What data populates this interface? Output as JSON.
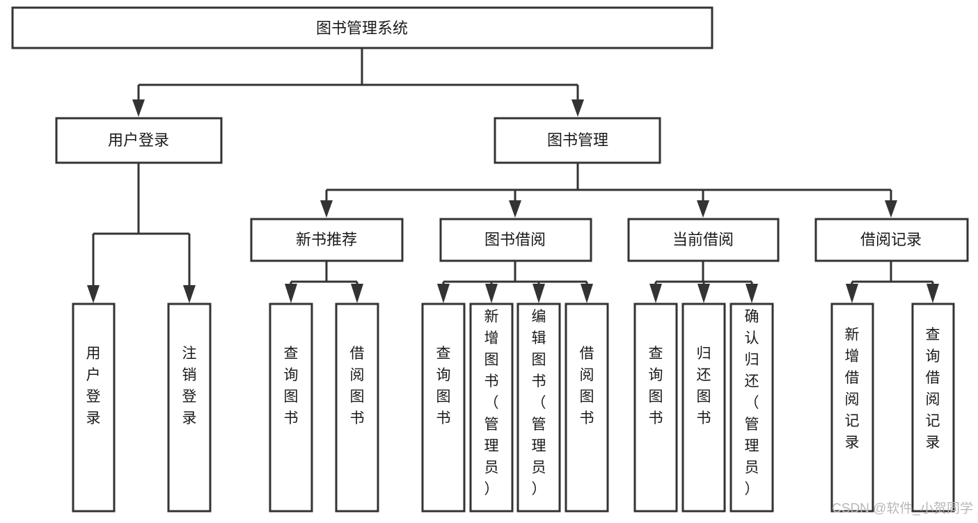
{
  "diagram": {
    "type": "tree",
    "title": "图书管理系统",
    "orientation": "top-down",
    "nodes": {
      "root": {
        "label": "图书管理系统",
        "level": 0
      },
      "l1": [
        {
          "label": "用户登录"
        },
        {
          "label": "图书管理"
        }
      ],
      "l2": [
        {
          "label": "新书推荐"
        },
        {
          "label": "图书借阅"
        },
        {
          "label": "当前借阅"
        },
        {
          "label": "借阅记录"
        }
      ],
      "leaves": {
        "user_login": [
          {
            "label": "用户登录"
          },
          {
            "label": "注销登录"
          }
        ],
        "new_book": [
          {
            "label": "查询图书"
          },
          {
            "label": "借阅图书"
          }
        ],
        "borrow_book": [
          {
            "label": "查询图书"
          },
          {
            "label": "新增图书（管理员）"
          },
          {
            "label": "编辑图书（管理员）"
          },
          {
            "label": "借阅图书"
          }
        ],
        "current_borrow": [
          {
            "label": "查询图书"
          },
          {
            "label": "归还图书"
          },
          {
            "label": "确认归还（管理员）"
          }
        ],
        "borrow_record": [
          {
            "label": "新增借阅记录"
          },
          {
            "label": "查询借阅记录"
          }
        ]
      }
    }
  },
  "watermark": {
    "text": "CSDN @软件_小贺同学"
  },
  "colors": {
    "stroke": "#333333",
    "fill": "#ffffff",
    "text": "#1a1a1a",
    "watermark": "#b8b8b8"
  }
}
